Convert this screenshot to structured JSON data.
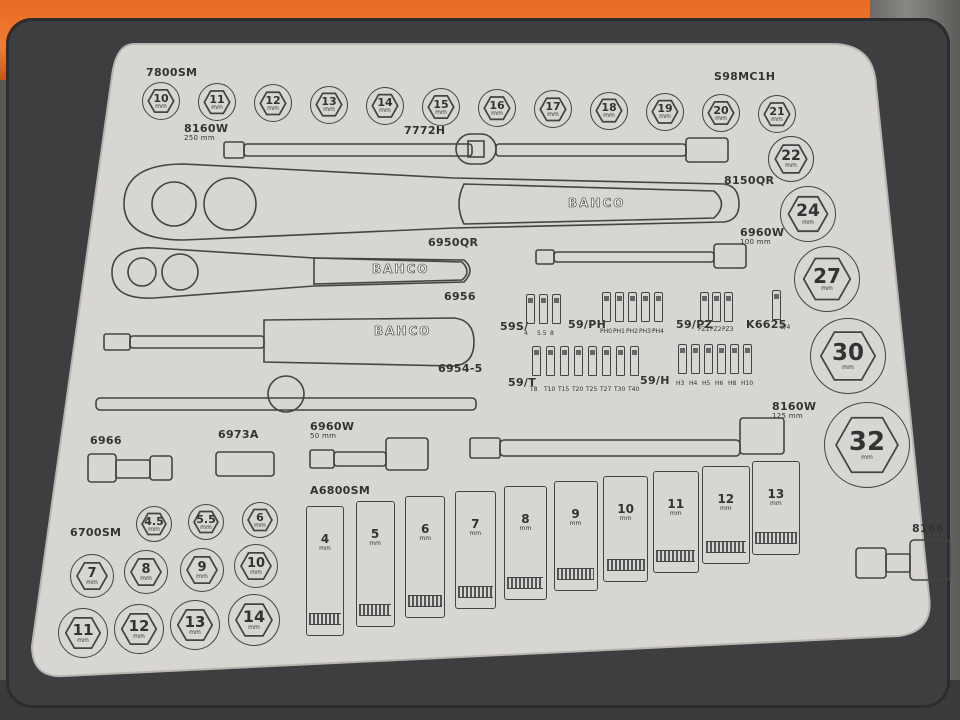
{
  "set_code": "S98MC1H",
  "brand": "BAHCO",
  "socket_row": {
    "code": "7800SM",
    "sizes": [
      "10",
      "11",
      "12",
      "13",
      "14",
      "15",
      "16",
      "17",
      "18",
      "19",
      "20",
      "21"
    ],
    "unit": "mm"
  },
  "large_sockets": {
    "sizes": [
      "22",
      "24",
      "27",
      "30",
      "32"
    ],
    "unit": "mm"
  },
  "tools": {
    "ext_250": {
      "code": "8160W",
      "length": "250 mm"
    },
    "breaker_bar": {
      "code": "7772H"
    },
    "ratchet_large": {
      "code": "8150QR"
    },
    "ratchet_small": {
      "code": "6950QR"
    },
    "ext_100": {
      "code": "6960W",
      "length": "100 mm"
    },
    "driver": {
      "code": "6956"
    },
    "flex_bar": {
      "code": "6954-5"
    },
    "ujoint": {
      "code": "6966"
    },
    "adapter": {
      "code": "6973A"
    },
    "ext_50": {
      "code": "6960W",
      "length": "50 mm"
    },
    "ext_125": {
      "code": "8160W",
      "length": "125 mm"
    },
    "ujoint_large": {
      "code": "8166"
    }
  },
  "bits": {
    "slotted": {
      "code": "59S/",
      "sizes": [
        "4",
        "5.5",
        "8"
      ]
    },
    "phillips": {
      "code": "59/PH",
      "sizes": [
        "PH0",
        "PH1",
        "PH2",
        "PH3",
        "PH4"
      ]
    },
    "pozi": {
      "code": "59/PZ",
      "sizes": [
        "PZ1",
        "PZ2",
        "PZ3"
      ]
    },
    "holder": {
      "code": "K6625",
      "size": "1/4"
    },
    "torx": {
      "code": "59/T",
      "sizes": [
        "T8",
        "T10",
        "T15",
        "T20",
        "T25",
        "T27",
        "T30",
        "T40"
      ]
    },
    "hex": {
      "code": "59/H",
      "sizes": [
        "H3",
        "H4",
        "H5",
        "H6",
        "H8",
        "H10"
      ]
    }
  },
  "small_sockets": {
    "code": "6700SM",
    "sizes": [
      "4.5",
      "5.5",
      "6",
      "7",
      "8",
      "9",
      "10",
      "11",
      "12",
      "13",
      "14"
    ],
    "unit": "mm"
  },
  "deep_sockets": {
    "code": "A6800SM",
    "sizes": [
      "4",
      "5",
      "6",
      "7",
      "8",
      "9",
      "10",
      "11",
      "12",
      "13"
    ],
    "unit": "mm"
  },
  "colors": {
    "case": "#3d3e40",
    "insert": "#d8d6d2",
    "outline": "#444444",
    "lid": "#f07d33"
  }
}
